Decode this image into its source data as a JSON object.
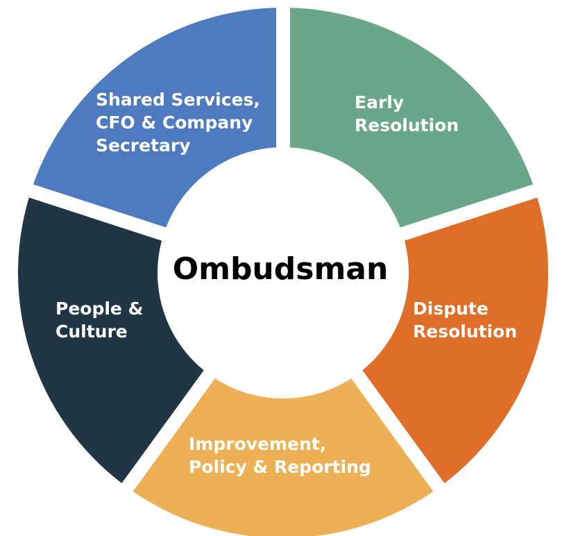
{
  "center": {
    "label": "Ombudsman"
  },
  "segments": [
    {
      "lines": [
        "Early",
        "Resolution"
      ],
      "color": "#6aa688"
    },
    {
      "lines": [
        "Dispute",
        "Resolution"
      ],
      "color": "#de6e28"
    },
    {
      "lines": [
        "Improvement,",
        "Policy & Reporting"
      ],
      "color": "#eeb054"
    },
    {
      "lines": [
        "People &",
        "Culture"
      ],
      "color": "#213645"
    },
    {
      "lines": [
        "Shared Services,",
        "CFO & Company",
        "Secretary"
      ],
      "color": "#4e7bbf"
    }
  ]
}
